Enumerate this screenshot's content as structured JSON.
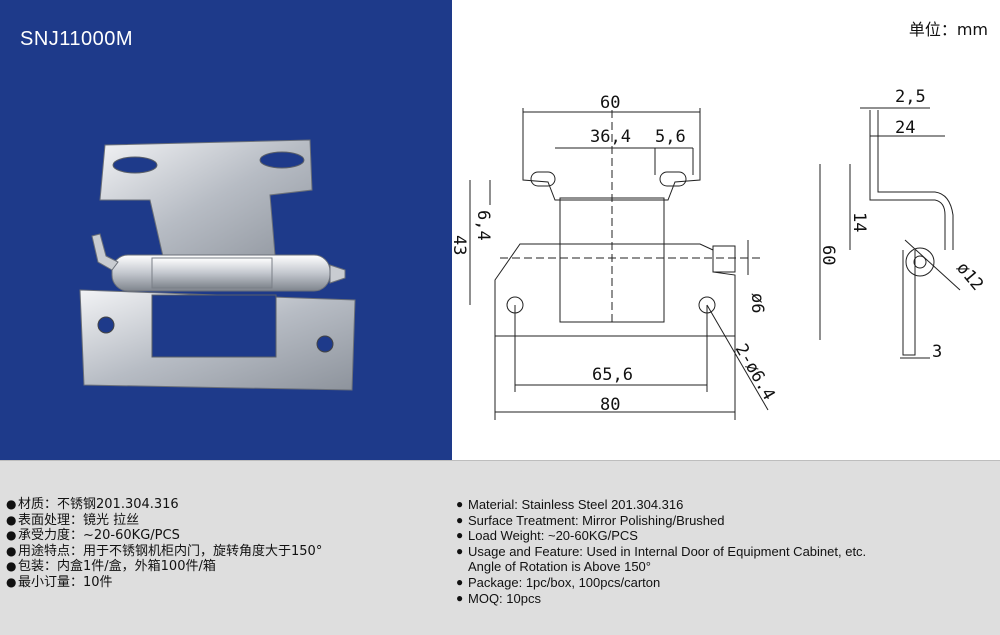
{
  "header": {
    "model": "SNJ11000M",
    "unit": "单位：mm"
  },
  "drawing": {
    "front_view": {
      "width_top": "60",
      "slot_pitch": "36,4",
      "slot_width": "5,6",
      "height_small": "6,4",
      "height_total": "43",
      "hole_pitch": "65,6",
      "width_bottom": "80",
      "pin_dia": "ø6",
      "hole_dia": "2-ø6.4"
    },
    "side_view": {
      "thickness": "2,5",
      "depth": "24",
      "offset": "14",
      "height": "60",
      "knuckle_dia": "ø12",
      "plate": "3"
    }
  },
  "specs_cn": [
    "材质：不锈钢201.304.316",
    "表面处理：镜光 拉丝",
    "承受力度：~20-60KG/PCS",
    "用途特点：用于不锈钢机柜内门，旋转角度大于150°",
    "包装：内盒1件/盒，外箱100件/箱",
    "最小订量：10件"
  ],
  "specs_en": [
    {
      "text": "Material: Stainless Steel 201.304.316",
      "bullet": true
    },
    {
      "text": "Surface Treatment: Mirror Polishing/Brushed",
      "bullet": true
    },
    {
      "text": "Load Weight: ~20-60KG/PCS",
      "bullet": true
    },
    {
      "text": "Usage and Feature: Used in Internal Door of Equipment Cabinet, etc.",
      "bullet": true
    },
    {
      "text": "Angle of Rotation is Above 150°",
      "bullet": false
    },
    {
      "text": "Package: 1pc/box, 100pcs/carton",
      "bullet": true
    },
    {
      "text": "MOQ: 10pcs",
      "bullet": true
    }
  ]
}
